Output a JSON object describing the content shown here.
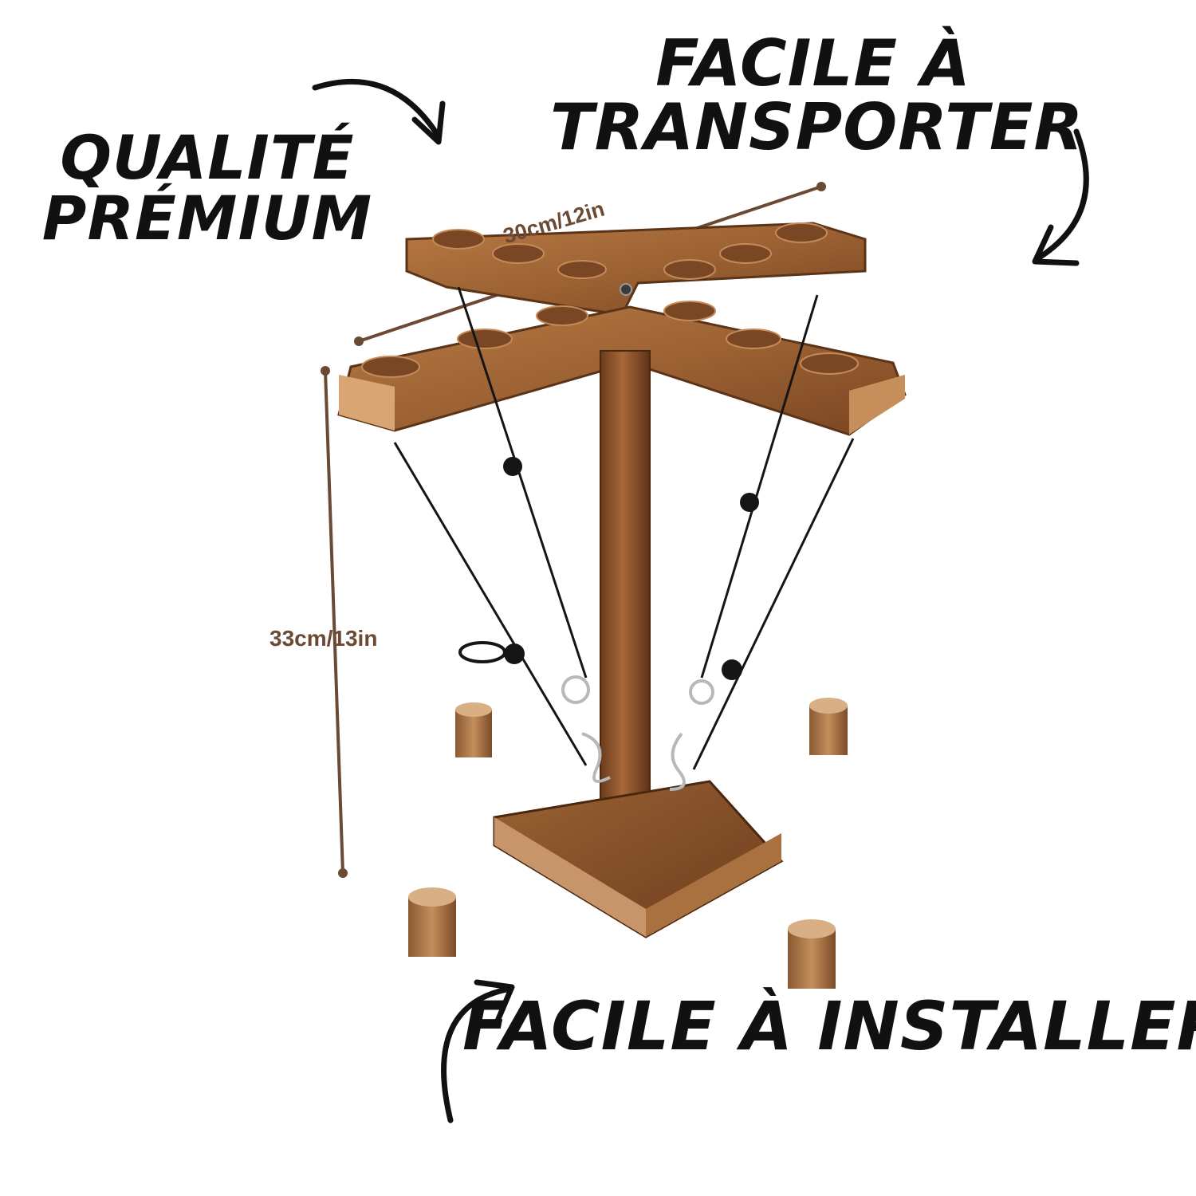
{
  "callouts": {
    "quality": [
      "QUALITÉ",
      "PRÉMIUM"
    ],
    "transport": [
      "FACILE À",
      "TRANSPORTER"
    ],
    "install": "FACILE À INSTALLER"
  },
  "dimensions": {
    "width_label": "30cm/12in",
    "height_label": "33cm/13in"
  },
  "colors": {
    "background": "#ffffff",
    "text": "#111111",
    "dimension": "#6a4a35",
    "wood": "#a66a3b",
    "wood_dark": "#6b3f1f"
  }
}
